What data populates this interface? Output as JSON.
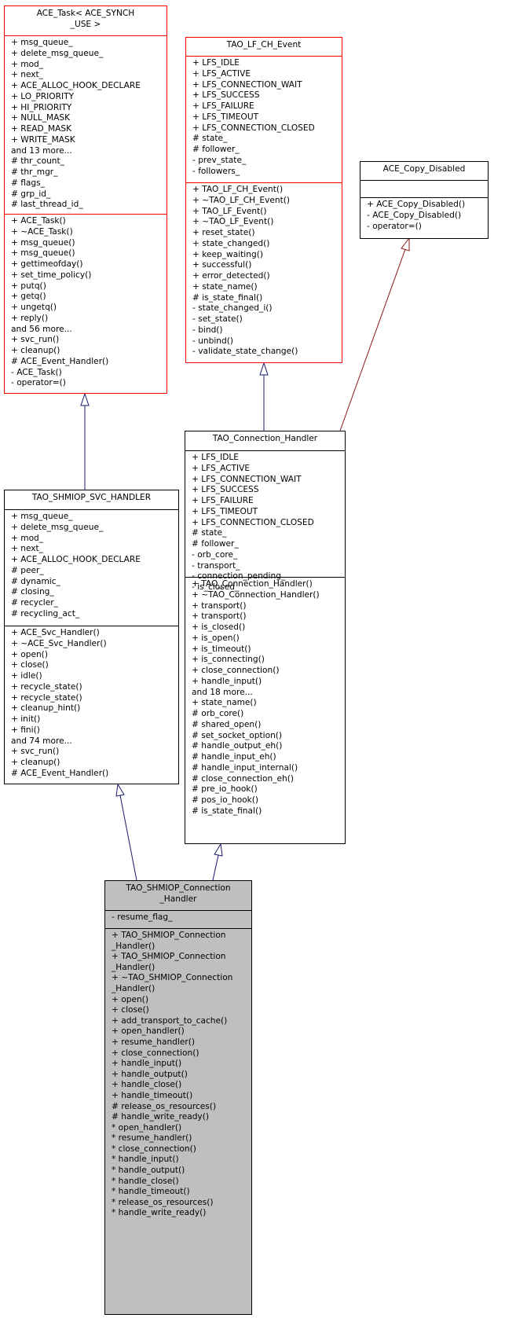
{
  "classes": {
    "ace_task": {
      "title": "ACE_Task< ACE_SYNCH\n_USE >",
      "attributes": [
        "+ msg_queue_",
        "+ delete_msg_queue_",
        "+ mod_",
        "+ next_",
        "+ ACE_ALLOC_HOOK_DECLARE",
        "+ LO_PRIORITY",
        "+ HI_PRIORITY",
        "+ NULL_MASK",
        "+ READ_MASK",
        "+ WRITE_MASK",
        "and 13 more...",
        "# thr_count_",
        "# thr_mgr_",
        "# flags_",
        "# grp_id_",
        "# last_thread_id_"
      ],
      "methods": [
        "+ ACE_Task()",
        "+ ~ACE_Task()",
        "+ msg_queue()",
        "+ msg_queue()",
        "+ gettimeofday()",
        "+ set_time_policy()",
        "+ putq()",
        "+ getq()",
        "+ ungetq()",
        "+ reply()",
        "and 56 more...",
        "+ svc_run()",
        "+ cleanup()",
        "# ACE_Event_Handler()",
        "- ACE_Task()",
        "- operator=()"
      ]
    },
    "tao_lf_ch_event": {
      "title": "TAO_LF_CH_Event",
      "attributes": [
        "+ LFS_IDLE",
        "+ LFS_ACTIVE",
        "+ LFS_CONNECTION_WAIT",
        "+ LFS_SUCCESS",
        "+ LFS_FAILURE",
        "+ LFS_TIMEOUT",
        "+ LFS_CONNECTION_CLOSED",
        "# state_",
        "# follower_",
        "- prev_state_",
        "- followers_"
      ],
      "methods": [
        "+ TAO_LF_CH_Event()",
        "+ ~TAO_LF_CH_Event()",
        "+ TAO_LF_Event()",
        "+ ~TAO_LF_Event()",
        "+ reset_state()",
        "+ state_changed()",
        "+ keep_waiting()",
        "+ successful()",
        "+ error_detected()",
        "+ state_name()",
        "# is_state_final()",
        "- state_changed_i()",
        "- set_state()",
        "- bind()",
        "- unbind()",
        "- validate_state_change()"
      ]
    },
    "ace_copy_disabled": {
      "title": "ACE_Copy_Disabled",
      "attributes": [],
      "methods": [
        "+ ACE_Copy_Disabled()",
        "- ACE_Copy_Disabled()",
        "- operator=()"
      ]
    },
    "tao_connection_handler": {
      "title": "TAO_Connection_Handler",
      "attributes": [
        "+ LFS_IDLE",
        "+ LFS_ACTIVE",
        "+ LFS_CONNECTION_WAIT",
        "+ LFS_SUCCESS",
        "+ LFS_FAILURE",
        "+ LFS_TIMEOUT",
        "+ LFS_CONNECTION_CLOSED",
        "# state_",
        "# follower_",
        "- orb_core_",
        "- transport_",
        "- connection_pending_",
        "- is_closed_"
      ],
      "methods": [
        "+ TAO_Connection_Handler()",
        "+ ~TAO_Connection_Handler()",
        "+ transport()",
        "+ transport()",
        "+ is_closed()",
        "+ is_open()",
        "+ is_timeout()",
        "+ is_connecting()",
        "+ close_connection()",
        "+ handle_input()",
        "and 18 more...",
        "+ state_name()",
        "# orb_core()",
        "# shared_open()",
        "# set_socket_option()",
        "# handle_output_eh()",
        "# handle_input_eh()",
        "# handle_input_internal()",
        "# close_connection_eh()",
        "# pre_io_hook()",
        "# pos_io_hook()",
        "# is_state_final()"
      ]
    },
    "tao_shmiop_svc_handler": {
      "title": "TAO_SHMIOP_SVC_HANDLER",
      "attributes": [
        "+ msg_queue_",
        "+ delete_msg_queue_",
        "+ mod_",
        "+ next_",
        "+ ACE_ALLOC_HOOK_DECLARE",
        "# peer_",
        "# dynamic_",
        "# closing_",
        "# recycler_",
        "# recycling_act_"
      ],
      "methods": [
        "+ ACE_Svc_Handler()",
        "+ ~ACE_Svc_Handler()",
        "+ open()",
        "+ close()",
        "+ idle()",
        "+ recycle_state()",
        "+ recycle_state()",
        "+ cleanup_hint()",
        "+ init()",
        "+ fini()",
        "and 74 more...",
        "+ svc_run()",
        "+ cleanup()",
        "# ACE_Event_Handler()"
      ]
    },
    "tao_shmiop_connection_handler": {
      "title": "TAO_SHMIOP_Connection\n_Handler",
      "attributes": [
        "- resume_flag_"
      ],
      "methods": [
        "+ TAO_SHMIOP_Connection\n_Handler()",
        "+ TAO_SHMIOP_Connection\n_Handler()",
        "+ ~TAO_SHMIOP_Connection\n_Handler()",
        "+ open()",
        "+ close()",
        "+ add_transport_to_cache()",
        "+ open_handler()",
        "+ resume_handler()",
        "+ close_connection()",
        "+ handle_input()",
        "+ handle_output()",
        "+ handle_close()",
        "+ handle_timeout()",
        "# release_os_resources()",
        "# handle_write_ready()",
        "* open_handler()",
        "* resume_handler()",
        "* close_connection()",
        "* handle_input()",
        "* handle_output()",
        "* handle_close()",
        "* handle_timeout()",
        "* release_os_resources()",
        "* handle_write_ready()"
      ]
    }
  },
  "edges": [
    {
      "from": "tao_shmiop_svc_handler",
      "to": "ace_task",
      "type": "public-inheritance",
      "color": "#191970"
    },
    {
      "from": "tao_connection_handler",
      "to": "tao_lf_ch_event",
      "type": "public-inheritance",
      "color": "#191970"
    },
    {
      "from": "tao_connection_handler",
      "to": "ace_copy_disabled",
      "type": "private-inheritance",
      "color": "#8b1a1a"
    },
    {
      "from": "tao_shmiop_connection_handler",
      "to": "tao_shmiop_svc_handler",
      "type": "public-inheritance",
      "color": "#191970"
    },
    {
      "from": "tao_shmiop_connection_handler",
      "to": "tao_connection_handler",
      "type": "public-inheritance",
      "color": "#191970"
    }
  ],
  "colors": {
    "protected_border": "#ff0000",
    "public_border": "#000000",
    "focus_fill": "#bfbfbf"
  }
}
